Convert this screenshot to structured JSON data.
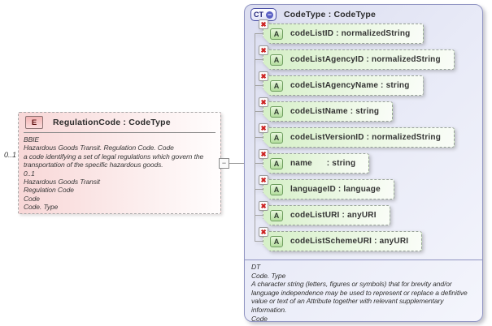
{
  "diagram": {
    "cardinality_label": "0..1",
    "element_box": {
      "badge": "E",
      "title": "RegulationCode : CodeType",
      "doc_lines": [
        "BBIE",
        "Hazardous Goods Transit. Regulation Code. Code",
        "a code identifying a set of legal regulations which govern the transportation of the specific hazardous goods.",
        "0..1",
        "Hazardous Goods Transit",
        "Regulation Code",
        "Code",
        "Code. Type"
      ]
    },
    "connector": {
      "toggle_glyph": "−"
    },
    "type_box": {
      "badge": "CT",
      "toggle_glyph": "−",
      "title": "CodeType : CodeType",
      "attribute_badge": "A",
      "optional_marker_glyph": "✖",
      "attributes": [
        {
          "text": "codeListID : normalizedString"
        },
        {
          "text": "codeListAgencyID : normalizedString"
        },
        {
          "text": "codeListAgencyName : string"
        },
        {
          "text": "codeListName : string"
        },
        {
          "text": "codeListVersionID : normalizedString"
        },
        {
          "text": "name      : string"
        },
        {
          "text": "languageID : language"
        },
        {
          "text": "codeListURI : anyURI"
        },
        {
          "text": "codeListSchemeURI : anyURI"
        }
      ],
      "footer_lines": [
        "DT",
        "Code. Type",
        "A character string (letters, figures or symbols) that for brevity and/or language independence may be used to represent or replace a definitive value or text of an Attribute together with relevant supplementary information.",
        "Code"
      ]
    },
    "colors": {
      "type_box_fill": "#e8eaf7",
      "type_box_border": "#9094c2",
      "attribute_fill": "#d5efc7",
      "attribute_border": "#99a399",
      "element_fill": "#f8d7d7",
      "badge_e_fill": "#f3b4b4",
      "badge_a_fill": "#b4de9e",
      "marker_red": "#cc2222",
      "badge_ct_border": "#4a4fa5"
    }
  }
}
